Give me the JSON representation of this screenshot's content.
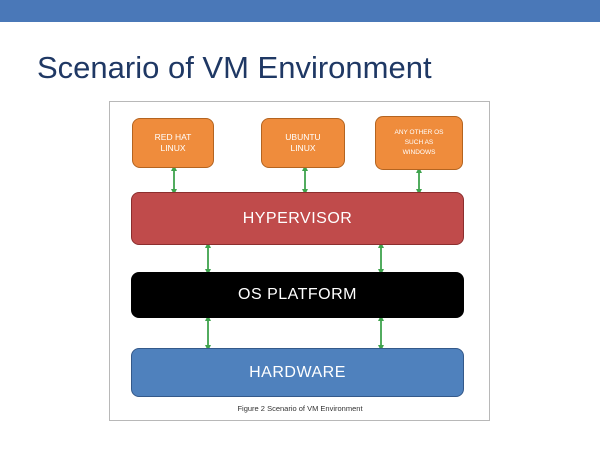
{
  "slide": {
    "title": "Scenario of VM Environment"
  },
  "colors": {
    "top_bar": "#4a78b8",
    "title": "#1f3864",
    "os_box": "#ef8c3c",
    "hypervisor": "#c04b4b",
    "os_platform": "#000000",
    "hardware": "#4f81bd",
    "arrow": "#3fa34d"
  },
  "diagram": {
    "guest_os": [
      {
        "lines": [
          "RED HAT",
          "LINUX"
        ]
      },
      {
        "lines": [
          "UBUNTU",
          "LINUX"
        ]
      },
      {
        "lines": [
          "ANY OTHER OS",
          "SUCH AS",
          "WINDOWS"
        ]
      }
    ],
    "layers": {
      "hypervisor": "HYPERVISOR",
      "os_platform": "OS PLATFORM",
      "hardware": "HARDWARE"
    },
    "caption": "Figure 2 Scenario of VM Environment"
  }
}
